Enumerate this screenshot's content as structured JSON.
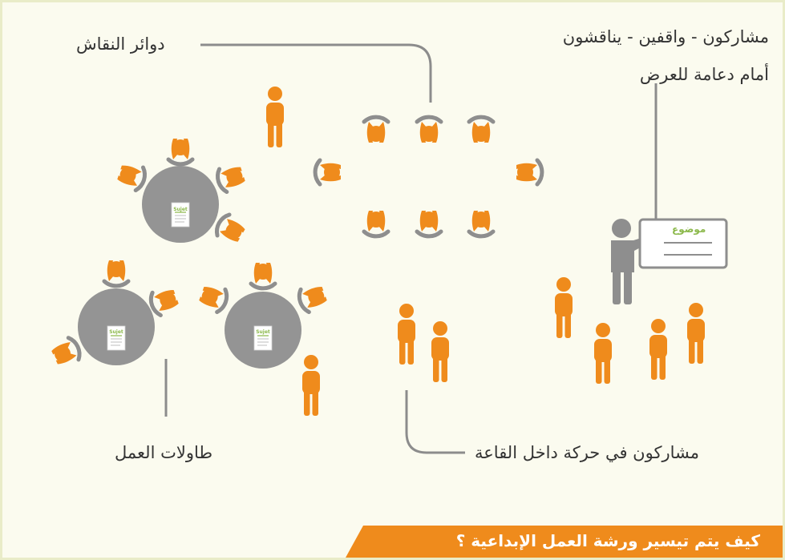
{
  "labels": {
    "discussion_circles": "دوائر النقاش",
    "presenter_group_line1": "مشاركون - واقفين - يناقشون",
    "presenter_group_line2": "أمام دعامة للعرض",
    "work_tables": "طاولات العمل",
    "moving_participants": "مشاركون في حركة داخل القاعة"
  },
  "board_title": "موضوع",
  "table_sheet_title": "Sujet",
  "banner_title": "كيف يتم تيسير ورشة العمل الإبداعية ؟",
  "colors": {
    "person": "#ef8b1c",
    "presenter": "#8e8e8e",
    "table": "#949494",
    "connector": "#8c8c8c",
    "board_text": "#8bb84a",
    "banner_bg": "#ef8b1c"
  }
}
